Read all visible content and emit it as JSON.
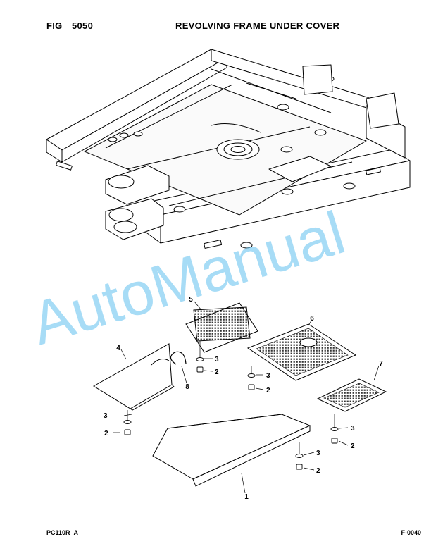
{
  "header": {
    "fig_label": "FIG",
    "fig_number": "5050",
    "title": "REVOLVING FRAME UNDER COVER"
  },
  "footer": {
    "model": "PC110R_A",
    "page_code": "F-0040"
  },
  "watermark": {
    "text": "AutoManual",
    "color": "#5fc0ee"
  },
  "callouts": {
    "c1": "1",
    "c2a": "2",
    "c2b": "2",
    "c2c": "2",
    "c2d": "2",
    "c2e": "2",
    "c3a": "3",
    "c3b": "3",
    "c3c": "3",
    "c3d": "3",
    "c3e": "3",
    "c4": "4",
    "c5": "5",
    "c6": "6",
    "c7": "7",
    "c8": "8"
  }
}
